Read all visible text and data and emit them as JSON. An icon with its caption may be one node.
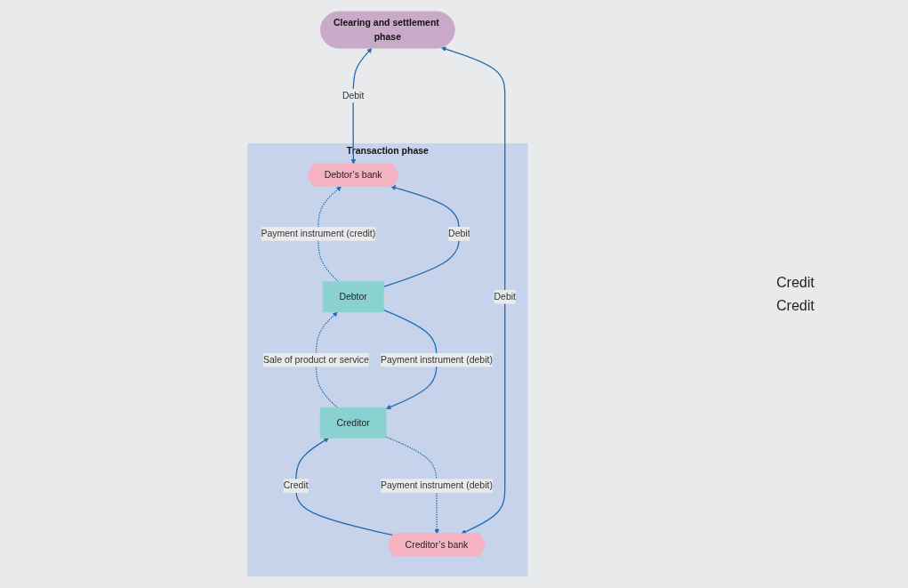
{
  "diagram": {
    "nodes": [
      {
        "text": [
          "Clearing and settlement phase"
        ]
      },
      {
        "text": [
          "Transaction phase"
        ]
      },
      {
        "text": [
          "Debtor’s bank"
        ],
        "in": 1
      },
      {
        "text": [
          "Creditor’s bank"
        ],
        "in": 1
      },
      {
        "text": [
          "Debtor"
        ],
        "in": 1
      },
      {
        "text": [
          "Creditor"
        ],
        "in": 1
      }
    ],
    "edges": [
      {
        "from": 2,
        "to": 0,
        "arrow": "both",
        "label": "Debit"
      },
      {
        "from": 3,
        "to": 0,
        "arrow": "both",
        "label": "Debit"
      },
      {
        "from": 4,
        "to": 2,
        "arrow": "to",
        "label": "Payment instrument (credit)",
        "style": "dashed"
      },
      {
        "from": 4,
        "to": 2,
        "arrow": "to",
        "label": "Debit"
      },
      {
        "from": 3,
        "to": 5,
        "arrow": "to",
        "label": "Credit"
      },
      {
        "from": 5,
        "to": 3,
        "arrow": "to",
        "label": "Payment instrument (debit)",
        "style": "dashed"
      },
      {
        "from": 4,
        "to": 5,
        "arrow": "to",
        "label": "Payment instrument (debit)"
      },
      {
        "from": 5,
        "to": 4,
        "arrow": "to",
        "label": "Sale of product or service",
        "style": "dashed"
      }
    ],
    "labels": [
      "Credit",
      "Credit"
    ]
  }
}
